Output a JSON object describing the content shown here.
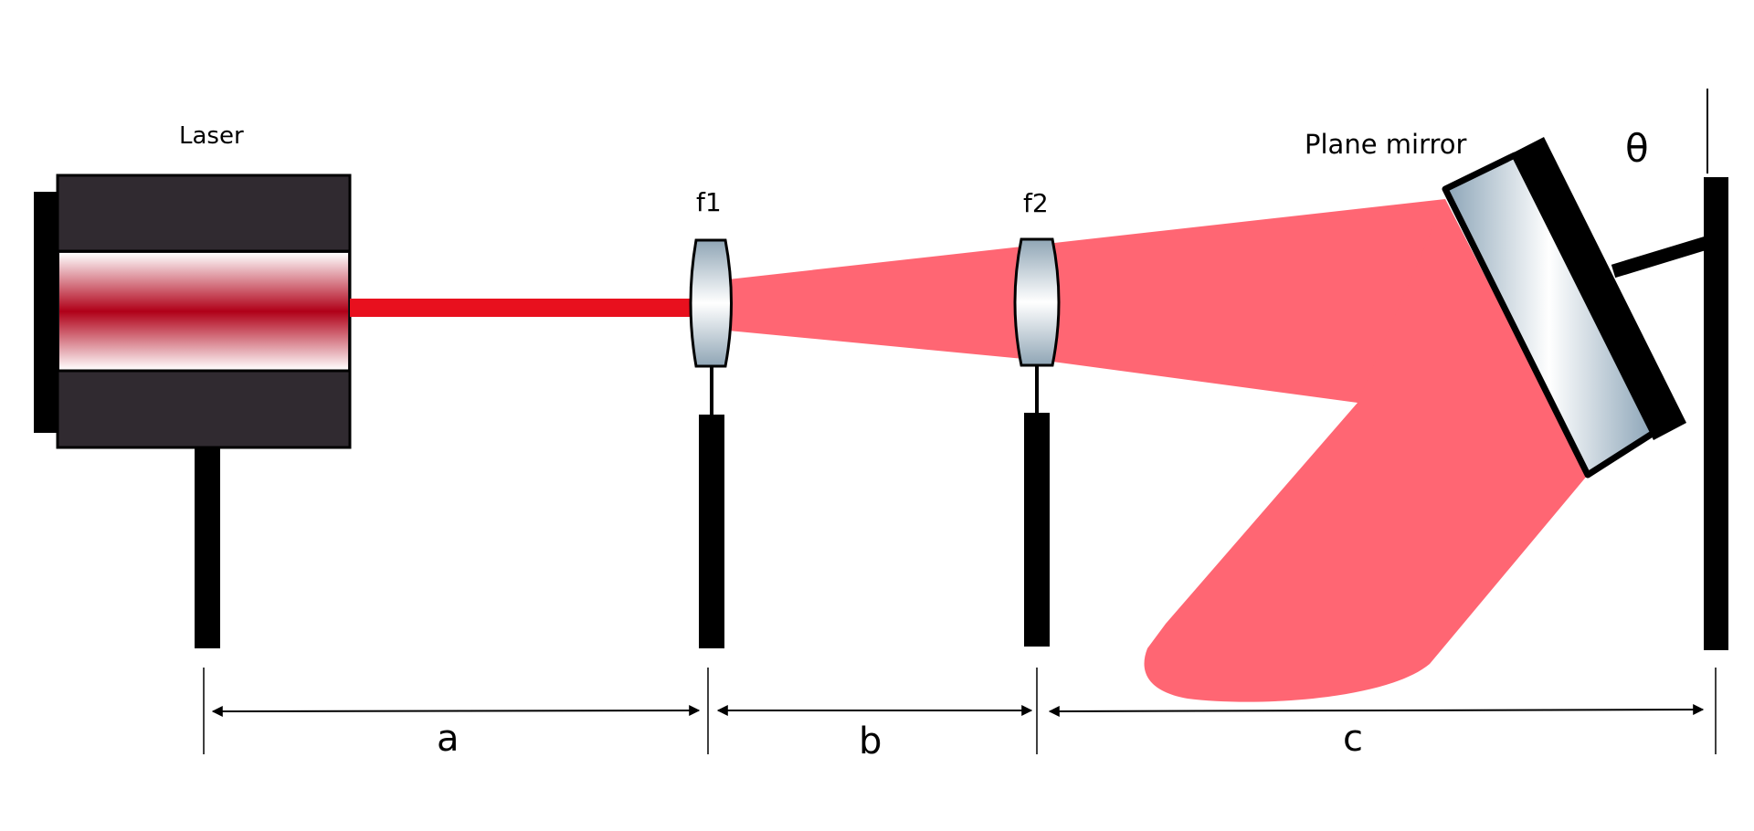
{
  "diagram": {
    "labels": {
      "laser": "Laser",
      "lens1": "f1",
      "lens2": "f2",
      "mirror": "Plane mirror",
      "angle": "θ"
    },
    "distances": {
      "a": "a",
      "b": "b",
      "c": "c"
    }
  },
  "colors": {
    "background": "#ffffff",
    "laser_body": "#302a30",
    "laser_core": "#b00018",
    "beam_narrow": "#e8101e",
    "beam_wide": "#ff6673",
    "post": "#000000",
    "lens_glass_edge": "#8fa5b5",
    "mirror_glass_edge": "#8ba4b7"
  }
}
